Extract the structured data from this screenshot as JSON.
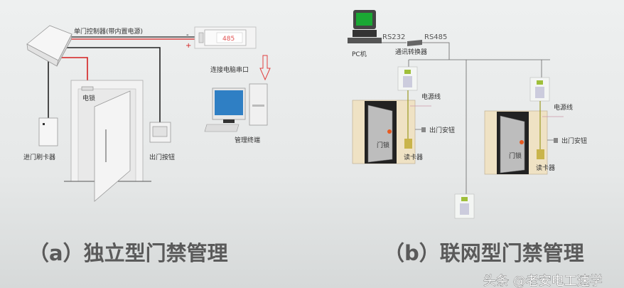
{
  "standalone": {
    "controller_label": "单门控制器(带内置电源)",
    "converter_label": "485",
    "minus": "-",
    "plus": "+",
    "serial_label": "连接电脑串口",
    "terminal_label": "管理终端",
    "lock_label": "电锁",
    "entry_reader_label": "进门刷卡器",
    "exit_button_label": "出门按钮",
    "caption": "（a）独立型门禁管理"
  },
  "networked": {
    "pc_label": "PC机",
    "rs232": "RS232",
    "rs485": "RS485",
    "converter_label": "通讯转换器",
    "doors": [
      {
        "power_label": "电源线",
        "exit_label": "出门安钮",
        "lock_label": "门锁",
        "reader_label": "读卡器"
      },
      {
        "power_label": "电源线",
        "exit_label": "出门安钮",
        "lock_label": "门锁",
        "reader_label": "读卡器"
      }
    ],
    "caption": "（b）联网型门禁管理"
  },
  "watermark": "头条 @老安电工速学",
  "colors": {
    "wire_red": "#d42020",
    "wire_black": "#222222",
    "caption": "#5a5a5a",
    "screen_green": "#1aa834"
  }
}
